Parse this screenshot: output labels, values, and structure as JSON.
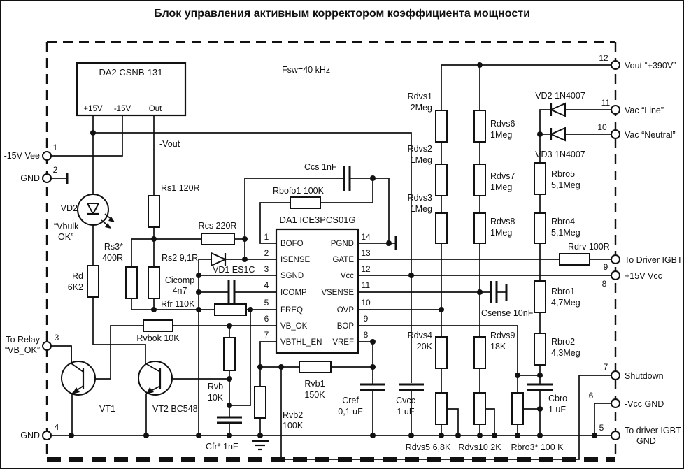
{
  "title": "Блок управления активным корректором коэффициента мощности",
  "annotations": {
    "fsw": "Fsw=40 kHz",
    "vout_neg": "-Vout"
  },
  "da2": {
    "ref": "DA2  CSNB-131",
    "pins": {
      "p15": "+15V",
      "n15": "-15V",
      "out": "Out"
    }
  },
  "da1": {
    "ref": "DA1  ICE3PCS01G",
    "left": [
      {
        "n": "1",
        "name": "BOFO"
      },
      {
        "n": "2",
        "name": "ISENSE"
      },
      {
        "n": "3",
        "name": "SGND"
      },
      {
        "n": "4",
        "name": "ICOMP"
      },
      {
        "n": "5",
        "name": "FREQ"
      },
      {
        "n": "6",
        "name": "VB_OK"
      },
      {
        "n": "7",
        "name": "VBTHL_EN"
      }
    ],
    "right": [
      {
        "n": "14",
        "name": "PGND"
      },
      {
        "n": "13",
        "name": "GATE"
      },
      {
        "n": "12",
        "name": "Vcc"
      },
      {
        "n": "11",
        "name": "VSENSE"
      },
      {
        "n": "10",
        "name": "OVP"
      },
      {
        "n": "9",
        "name": "BOP"
      },
      {
        "n": "8",
        "name": "VREF"
      }
    ]
  },
  "terminals": {
    "t1": {
      "n": "1",
      "label": "-15V  Vee"
    },
    "t2": {
      "n": "2",
      "label": "GND"
    },
    "t3": {
      "n": "3",
      "label": [
        "To Relay",
        "“VB_OK”"
      ]
    },
    "t4": {
      "n": "4",
      "label": "GND"
    },
    "t12": {
      "n": "12",
      "label": "Vout “+390V”"
    },
    "t11": {
      "n": "11",
      "label": "Vac “Line”"
    },
    "t10": {
      "n": "10",
      "label": "Vac “Neutral”"
    },
    "t9": {
      "n": "9",
      "label": "To Driver IGBT"
    },
    "t8": {
      "n": "8",
      "label": "+15V  Vcc"
    },
    "t7": {
      "n": "7",
      "label": "Shutdown"
    },
    "t6": {
      "n": "6",
      "label": "-Vcc  GND"
    },
    "t5": {
      "n": "5",
      "label": [
        "To driver IGBT",
        "GND"
      ]
    }
  },
  "components": {
    "rs1": "Rs1 120R",
    "rcs": "Rcs 220R",
    "rs2": "Rs2 9,1R",
    "rs3": [
      "Rs3*",
      "400R"
    ],
    "cicomp": [
      "Cicomp",
      "4n7"
    ],
    "rfr": "Rfr 110K",
    "vd1": "VD1 ES1C",
    "rbofo1": "Rbofo1  100K",
    "ccs": "Ccs 1nF",
    "vd2led": [
      "VD2",
      "“Vbulk",
      "OK”"
    ],
    "rd": [
      "Rd",
      "6K2"
    ],
    "rvbok": "Rvbok 10K",
    "rvb": [
      "Rvb",
      "10K"
    ],
    "cfr": "Cfr* 1nF",
    "vt1": "VT1",
    "vt2": "VT2 BC548",
    "rvb1": [
      "Rvb1",
      "150K"
    ],
    "rvb2": [
      "Rvb2",
      "100K"
    ],
    "cref": [
      "Cref",
      "0,1 uF"
    ],
    "cvcc": [
      "Cvcc",
      "1 uF"
    ],
    "rdvs1": [
      "Rdvs1",
      "2Meg"
    ],
    "rdvs2": [
      "Rdvs2",
      "1Meg"
    ],
    "rdvs3": [
      "Rdvs3",
      "1Meg"
    ],
    "rdvs4": [
      "Rdvs4",
      "20K"
    ],
    "rdvs5": "Rdvs5 6,8K",
    "rdvs6": [
      "Rdvs6",
      "1Meg"
    ],
    "rdvs7": [
      "Rdvs7",
      "1Meg"
    ],
    "rdvs8": [
      "Rdvs8",
      "1Meg"
    ],
    "rdvs9": [
      "Rdvs9",
      "18K"
    ],
    "rdvs10": "Rdvs10 2K",
    "rbro5": [
      "Rbro5",
      "5,1Meg"
    ],
    "rbro4": [
      "Rbro4",
      "5,1Meg"
    ],
    "rbro1": [
      "Rbro1",
      "4,7Meg"
    ],
    "rbro2": [
      "Rbro2",
      "4,3Meg"
    ],
    "rbro3": "Rbro3* 100 K",
    "cbro": [
      "Cbro",
      "1 uF"
    ],
    "vd2": "VD2 1N4007",
    "vd3": "VD3 1N4007",
    "rdrv": "Rdrv 100R",
    "csense": "Csense 10nF"
  }
}
